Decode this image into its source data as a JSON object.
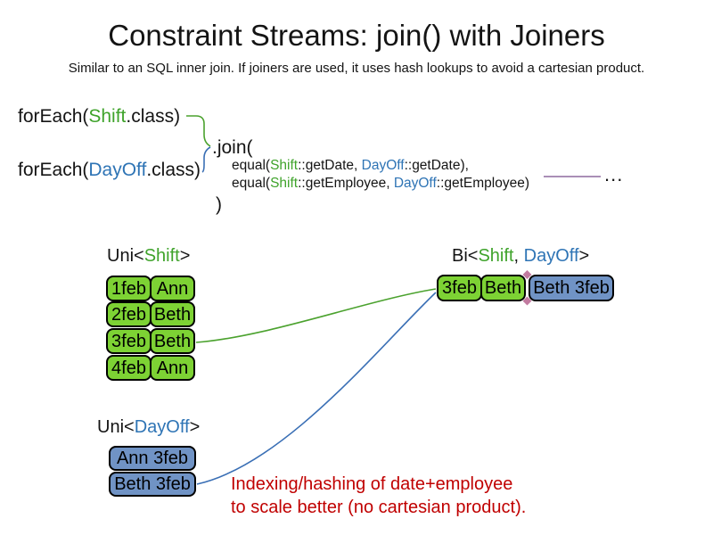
{
  "title": "Constraint Streams: join() with Joiners",
  "subtitle": "Similar to an SQL inner join. If joiners are used, it uses hash lookups to avoid a cartesian product.",
  "code": {
    "foreach_shift": {
      "prefix": "forEach(",
      "type": "Shift",
      "suffix": ".class)"
    },
    "foreach_dayoff": {
      "prefix": "forEach(",
      "type": "DayOff",
      "suffix": ".class)"
    },
    "join_open": ".join(",
    "joiner_date": {
      "fn": "equal(",
      "left_type": "Shift",
      "left_rest": "::getDate, ",
      "right_type": "DayOff",
      "right_rest": "::getDate),"
    },
    "joiner_employee": {
      "fn": "equal(",
      "left_type": "Shift",
      "left_rest": "::getEmployee, ",
      "right_type": "DayOff",
      "right_rest": "::getEmployee)"
    },
    "join_close": ")",
    "ellipsis": "..."
  },
  "uni_shift": {
    "label": {
      "prefix": "Uni<",
      "type": "Shift",
      "suffix": ">"
    },
    "rows": [
      {
        "date": "1feb",
        "employee": "Ann"
      },
      {
        "date": "2feb",
        "employee": "Beth"
      },
      {
        "date": "3feb",
        "employee": "Beth"
      },
      {
        "date": "4feb",
        "employee": "Ann"
      }
    ]
  },
  "uni_dayoff": {
    "label": {
      "prefix": "Uni<",
      "type": "DayOff",
      "suffix": ">"
    },
    "rows": [
      {
        "value": "Ann 3feb"
      },
      {
        "value": "Beth 3feb"
      }
    ]
  },
  "bi": {
    "label": {
      "prefix": "Bi<",
      "type1": "Shift",
      "separator": ", ",
      "type2": "DayOff",
      "suffix": ">"
    },
    "row": {
      "date": "3feb",
      "employee": "Beth",
      "dayoff": "Beth 3feb"
    }
  },
  "note": {
    "line1": "Indexing/hashing of date+employee",
    "line2": "to scale better (no cartesian product)."
  },
  "colors": {
    "shift_green": "#3FA32B",
    "dayoff_blue": "#2E74B5",
    "cell_green": "#7DD234",
    "cell_blue": "#7093C5",
    "employee_orange": "#D5601A",
    "note_red": "#C00000",
    "line_green": "#4BA22E",
    "line_blue": "#3A6FB5",
    "line_purple": "#8E6A9E",
    "glue_pink": "#C27BA0"
  }
}
